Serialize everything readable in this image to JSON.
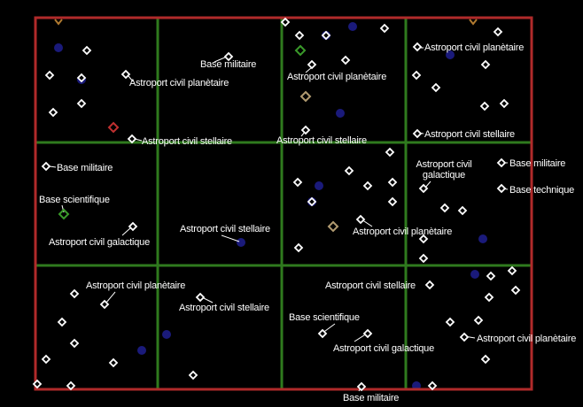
{
  "colors": {
    "background": "#000000",
    "border": "#b02a2a",
    "grid": "#2f7a1e",
    "star": "#ffffff",
    "label": "#ffffff",
    "nebula": "#1a1a7a"
  },
  "icons": {
    "star": "diamond-star-icon",
    "nebula": "blue-nebula-icon",
    "marker": "diamond-marker-icon"
  },
  "labels": {
    "l1": "Base militaire",
    "l2": "Astroport civil planètaire",
    "l3": "Astroport civil planètaire",
    "l4": "Astroport civil planètaire",
    "l5": "Astroport civil stellaire",
    "l6": "Astroport civil stellaire",
    "l7": "Astroport civil stellaire",
    "l8": "Base militaire",
    "l9": "Astroport civil galactique",
    "l10": "Base militaire",
    "l11": "Base technique",
    "l12": "Base scientifique",
    "l13": "Astroport civil galactique",
    "l14": "Astroport civil stellaire",
    "l15": "Astroport civil planètaire",
    "l16": "Astroport civil planètaire",
    "l17": "Astroport civil stellaire",
    "l18": "Astroport civil stellaire",
    "l19": "Base scientifique",
    "l20": "Astroport civil galactique",
    "l21": "Astroport civil planètaire",
    "l22": "Base militaire"
  }
}
